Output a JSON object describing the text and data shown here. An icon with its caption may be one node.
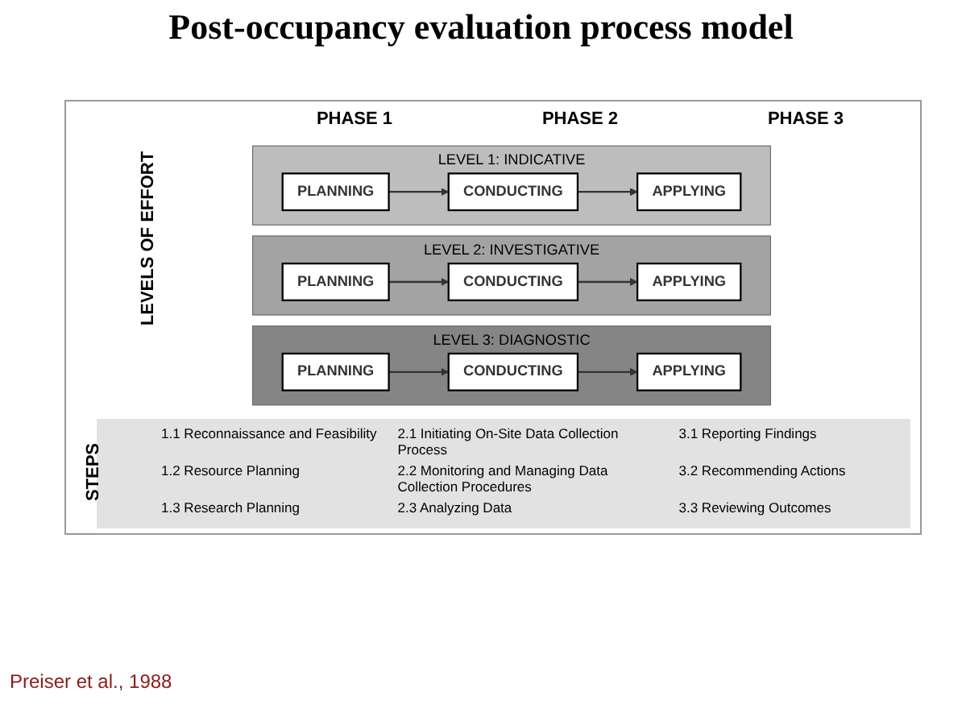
{
  "diagram": {
    "title": "Post-occupancy evaluation process model",
    "caption": "Preiser et al., 1988",
    "nodes": [
      {
        "text": [
          "LEVEL 1: INDICATIVE"
        ]
      },
      {
        "text": [
          "PLANNING"
        ],
        "in": 0
      },
      {
        "text": [
          "CONDUCTING"
        ],
        "in": 0
      },
      {
        "text": [
          "APPLYING"
        ],
        "in": 0
      },
      {
        "text": [
          "LEVEL 2: INVESTIGATIVE"
        ]
      },
      {
        "text": [
          "PLANNING"
        ],
        "in": 4
      },
      {
        "text": [
          "CONDUCTING"
        ],
        "in": 4
      },
      {
        "text": [
          "APPLYING"
        ],
        "in": 4
      },
      {
        "text": [
          "LEVEL 3: DIAGNOSTIC"
        ]
      },
      {
        "text": [
          "PLANNING"
        ],
        "in": 8
      },
      {
        "text": [
          "CONDUCTING"
        ],
        "in": 8
      },
      {
        "text": [
          "APPLYING"
        ],
        "in": 8
      }
    ],
    "edges": [
      {
        "from": 1,
        "to": 2,
        "arrow": "to"
      },
      {
        "from": 2,
        "to": 3,
        "arrow": "to"
      },
      {
        "from": 5,
        "to": 6,
        "arrow": "to"
      },
      {
        "from": 6,
        "to": 7,
        "arrow": "to"
      },
      {
        "from": 9,
        "to": 10,
        "arrow": "to"
      },
      {
        "from": 10,
        "to": 11,
        "arrow": "to"
      }
    ],
    "labels": [
      "PHASE 1",
      "PHASE 2",
      "PHASE 3",
      "LEVELS OF EFFORT",
      "STEPS",
      "1.1 Reconnaissance and Feasibility",
      "2.1 Initiating On-Site Data Collection Process",
      "3.1 Reporting Findings",
      "1.2 Resource Planning",
      "2.2 Monitoring and Managing Data Collection Procedures",
      "3.2 Recommending Actions",
      "1.3 Research Planning",
      "2.3 Analyzing Data",
      "3.3 Reviewing Outcomes"
    ]
  }
}
